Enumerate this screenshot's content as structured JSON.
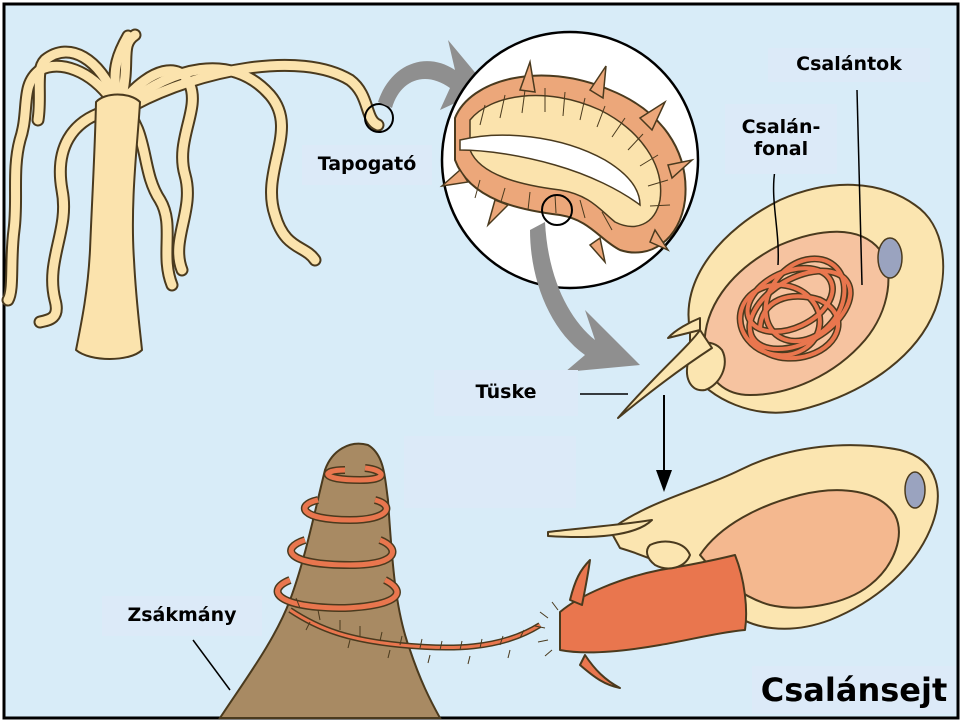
{
  "colors": {
    "background": "#d8ecf8",
    "hydra_fill": "#fbe3ad",
    "hydra_stroke": "#4a3a1e",
    "capsule_fill": "#fbe5b0",
    "capsule_inner": "#f4b88f",
    "thread": "#e9764e",
    "prey": "#a88a63",
    "arrow_gray": "#8f8f8f",
    "nucleus": "#9aa3bf"
  },
  "labels": {
    "tentacle": "Tapogató",
    "nematocysts": "Csalántok",
    "thread_line1": "Csalán-",
    "thread_line2": "fonal",
    "spine": "Tüske",
    "prey": "Zsákmány",
    "cnidocyte": "Csalánsejt"
  }
}
